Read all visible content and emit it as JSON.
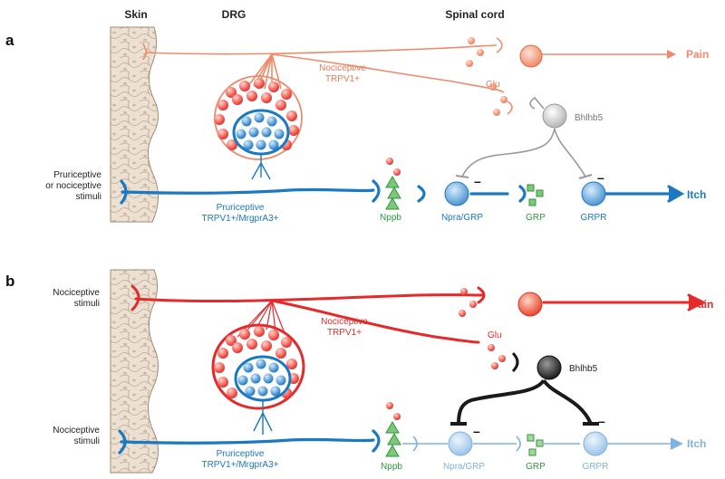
{
  "headers": {
    "skin": "Skin",
    "drg": "DRG",
    "spinal_cord": "Spinal cord"
  },
  "panel_a": {
    "label": "a",
    "stimulus": [
      "Pruriceptive",
      "or nociceptive",
      "stimuli"
    ],
    "nociceptive": [
      "Nociceptive",
      "TRPV1+"
    ],
    "pruriceptive": [
      "Pruriceptive",
      "TRPV1+/MrgprA3+"
    ],
    "glu": "Glu",
    "bhlhb5": "Bhlhb5",
    "nppb": "Nppb",
    "npra_grp": "Npra/GRP",
    "grp": "GRP",
    "grpr": "GRPR",
    "pain": "Pain",
    "itch": "Itch",
    "minus": "–"
  },
  "panel_b": {
    "label": "b",
    "stimulus_top": [
      "Nociceptive",
      "stimuli"
    ],
    "stimulus_bottom": [
      "Nociceptive",
      "stimuli"
    ],
    "nociceptive": [
      "Nociceptive",
      "TRPV1+"
    ],
    "pruriceptive": [
      "Pruriceptive",
      "TRPV1+/MrgprA3+"
    ],
    "glu": "Glu",
    "bhlhb5": "Bhlhb5",
    "nppb": "Nppb",
    "npra_grp": "Npra/GRP",
    "grp": "GRP",
    "grpr": "GRPR",
    "pain": "Pain",
    "itch": "Itch",
    "minus": "–"
  },
  "colors": {
    "pain_light": "#f08a6a",
    "pain_strong": "#e42a2a",
    "itch_strong": "#1b78c2",
    "itch_light": "#7fb2de",
    "gray": "#9a9a9a",
    "black": "#1a1a1a",
    "green": "#2e9a3a",
    "skin": "#e8d8c8"
  }
}
